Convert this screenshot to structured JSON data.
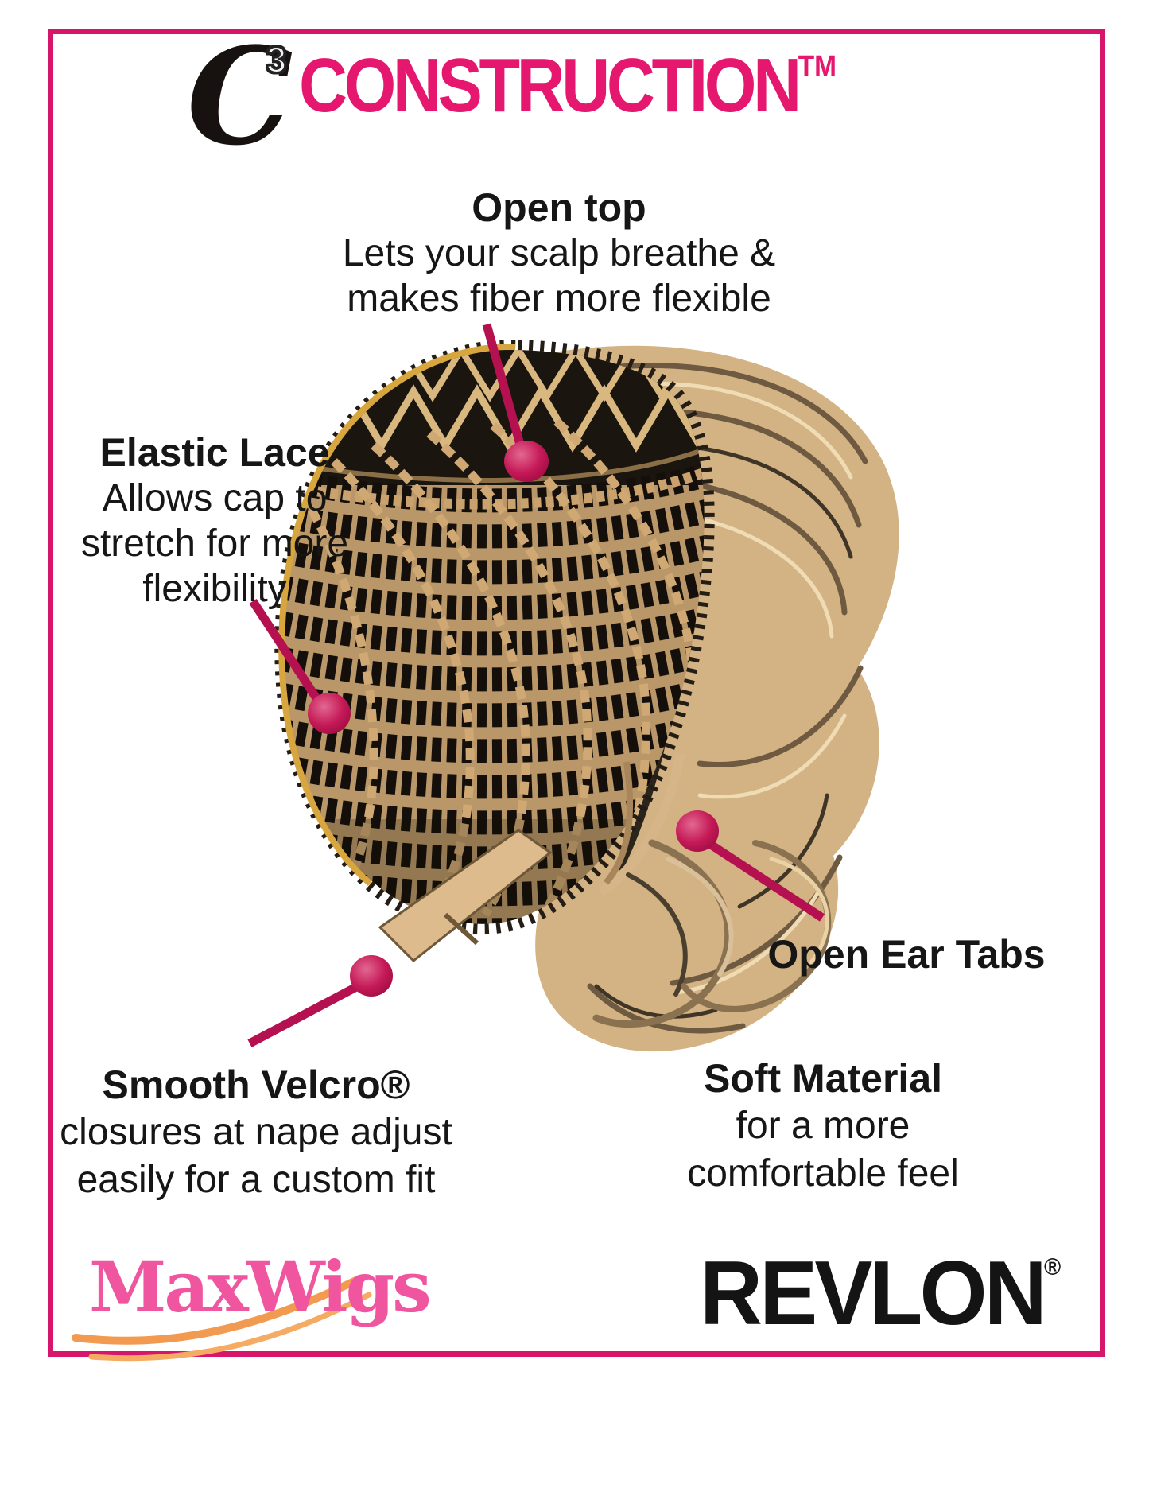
{
  "poster": {
    "background": "#ffffff",
    "frame_color": "#d6156b"
  },
  "brand_mark": {
    "letter": "C",
    "exponent": "3",
    "word": "CONSTRUCTION",
    "trademark": "TM",
    "word_color": "#e5176e"
  },
  "callouts": {
    "open_top": {
      "title": "Open top",
      "lines": [
        "Lets your scalp breathe &",
        "makes fiber more flexible"
      ]
    },
    "elastic_lace": {
      "title": "Elastic Lace",
      "lines": [
        "Allows cap to",
        "stretch for more",
        "flexibility"
      ]
    },
    "open_ear_tabs": {
      "title": "Open Ear Tabs"
    },
    "smooth_velcro": {
      "title": "Smooth Velcro®",
      "lines": [
        "closures at nape adjust",
        "easily for a custom fit"
      ]
    },
    "soft_material": {
      "title": "Soft Material",
      "lines": [
        "for a more",
        "comfortable feel"
      ]
    }
  },
  "illustration": {
    "subject": "wig-cap-construction-sketch",
    "pin_color": "#b51050",
    "hair_color": "#d3b283",
    "cap_color": "#15100b",
    "weft_base_color": "#b99768",
    "trim_color": "#d8a63e"
  },
  "footer": {
    "maxwigs_logo": "MaxWigs",
    "maxwigs_color": "#f0559f",
    "revlon_logo": "REVLON",
    "revlon_registered": "®"
  }
}
